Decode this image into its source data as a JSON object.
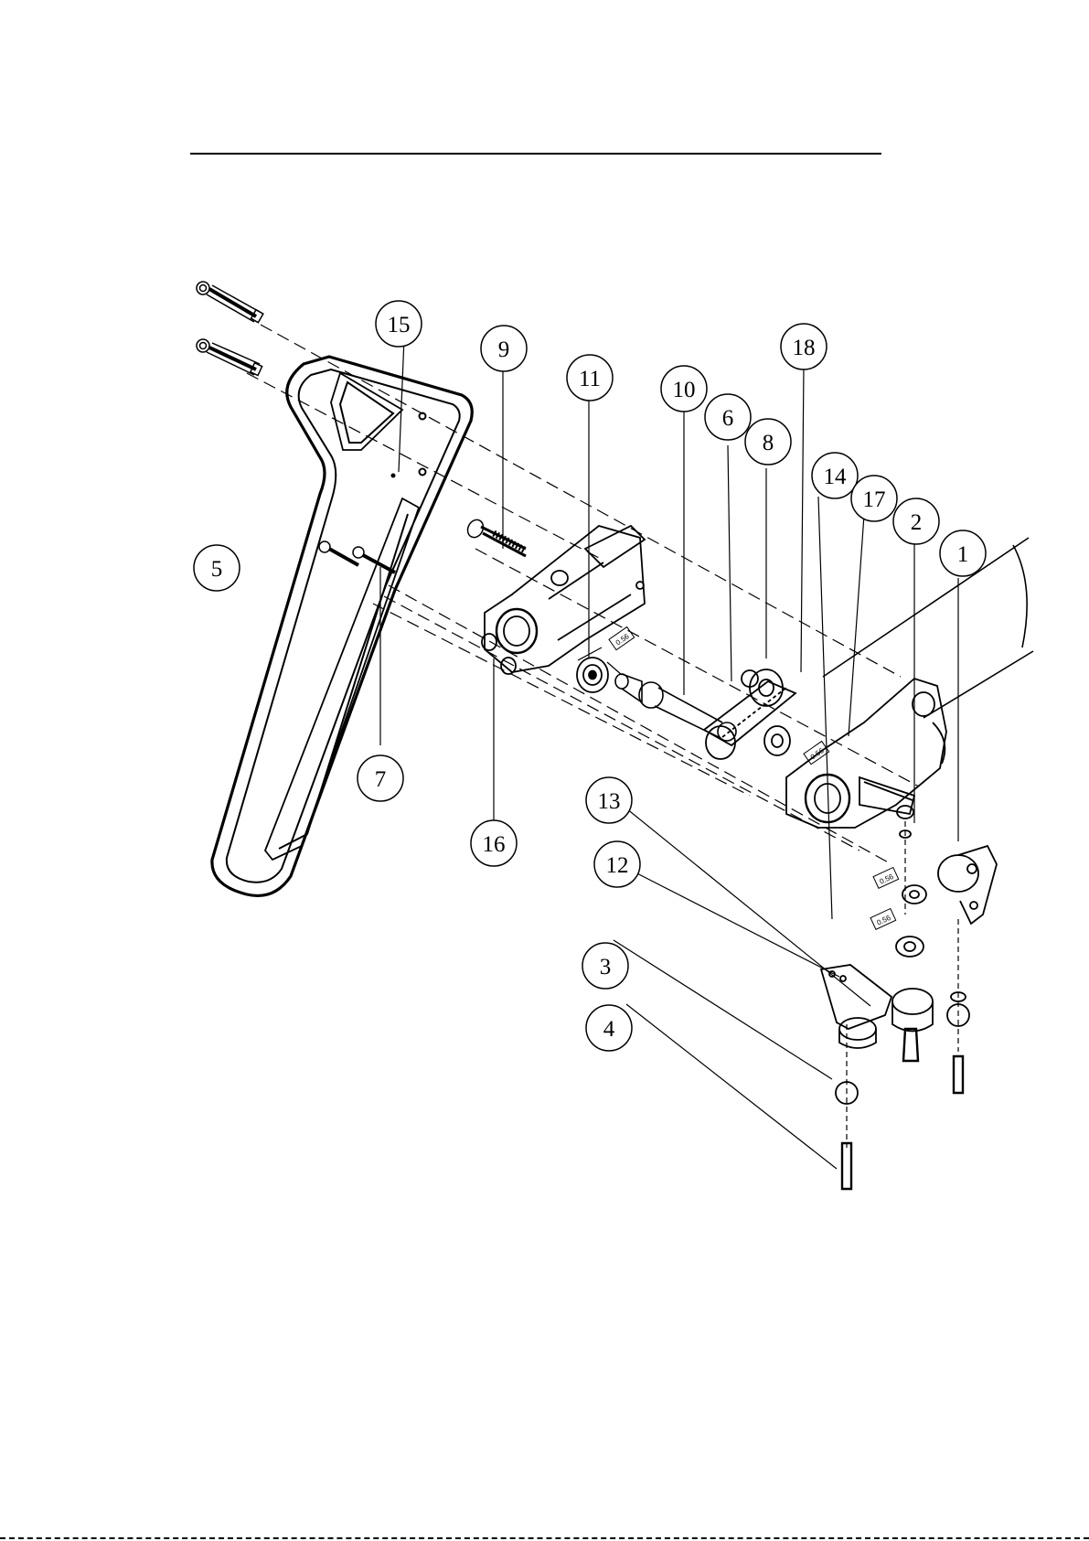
{
  "diagram": {
    "callouts": [
      {
        "id": "c1",
        "label": "1"
      },
      {
        "id": "c2",
        "label": "2"
      },
      {
        "id": "c3",
        "label": "3"
      },
      {
        "id": "c4",
        "label": "4"
      },
      {
        "id": "c5",
        "label": "5"
      },
      {
        "id": "c6",
        "label": "6"
      },
      {
        "id": "c7",
        "label": "7"
      },
      {
        "id": "c8",
        "label": "8"
      },
      {
        "id": "c9",
        "label": "9"
      },
      {
        "id": "c10",
        "label": "10"
      },
      {
        "id": "c11",
        "label": "11"
      },
      {
        "id": "c12",
        "label": "12"
      },
      {
        "id": "c13",
        "label": "13"
      },
      {
        "id": "c14",
        "label": "14"
      },
      {
        "id": "c15",
        "label": "15"
      },
      {
        "id": "c16",
        "label": "16"
      },
      {
        "id": "c17",
        "label": "17"
      },
      {
        "id": "c18",
        "label": "18"
      }
    ],
    "bearing_tag": "0.56"
  }
}
